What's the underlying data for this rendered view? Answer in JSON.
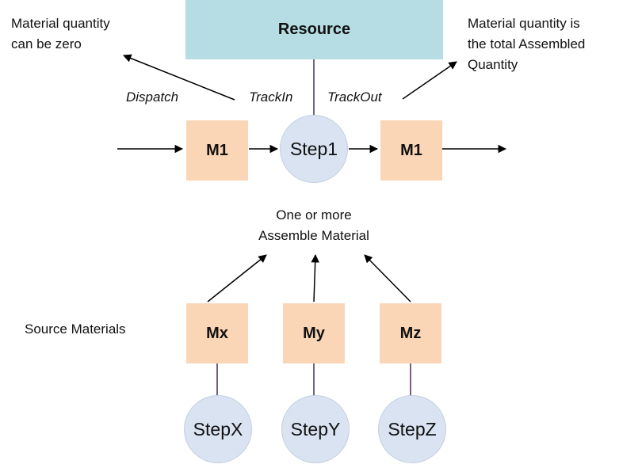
{
  "resource": {
    "label": "Resource"
  },
  "notes": {
    "left_line1": "Material quantity",
    "left_line2": "can be zero",
    "right_line1": "Material quantity is",
    "right_line2": "the total Assembled",
    "right_line3": "Quantity"
  },
  "actions": {
    "dispatch": "Dispatch",
    "trackin": "TrackIn",
    "trackout": "TrackOut"
  },
  "main_flow": {
    "input_material": "M1",
    "step": "Step1",
    "output_material": "M1"
  },
  "assemble": {
    "line1": "One or more",
    "line2": "Assemble Material"
  },
  "source": {
    "label": "Source Materials",
    "materials": [
      "Mx",
      "My",
      "Mz"
    ],
    "steps": [
      "StepX",
      "StepY",
      "StepZ"
    ]
  },
  "colors": {
    "material": "#fad6b6",
    "resource": "#b6dce4",
    "step": "#dae3f1",
    "connector": "#4b2a55"
  }
}
